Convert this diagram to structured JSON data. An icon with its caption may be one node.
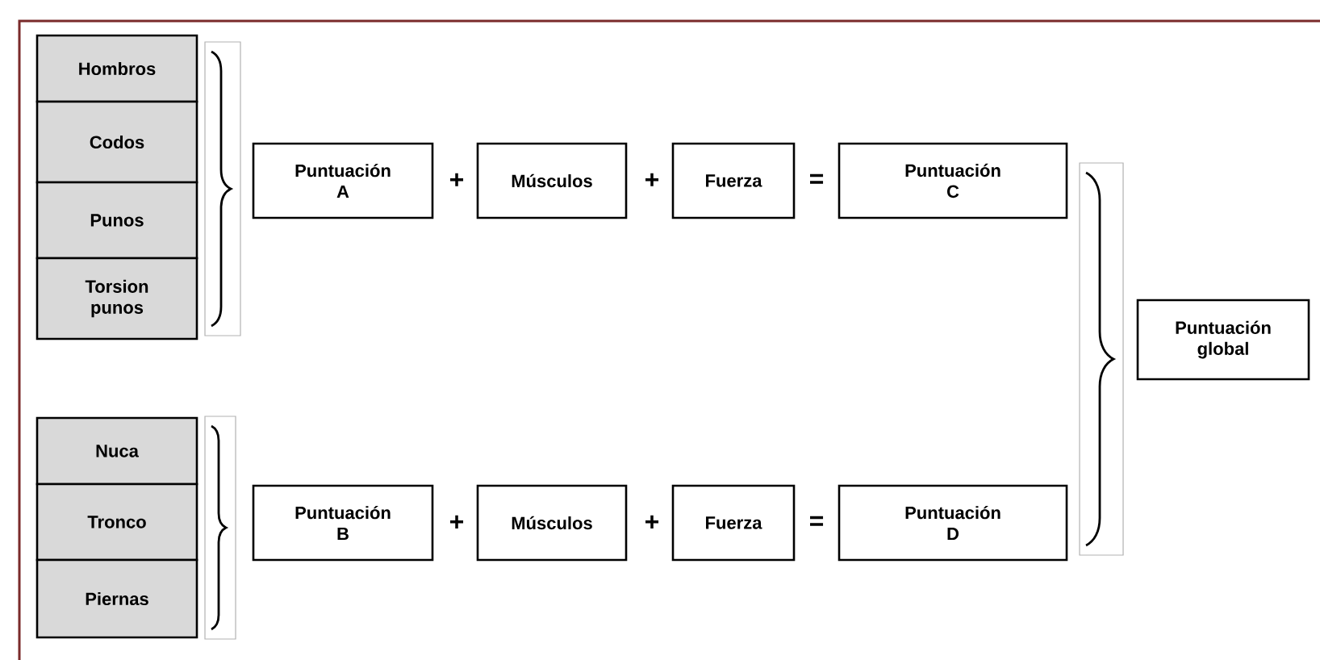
{
  "diagram": {
    "nodes": [
      {
        "text": [
          "Hombros"
        ]
      },
      {
        "text": [
          "Codos"
        ]
      },
      {
        "text": [
          "Punos"
        ]
      },
      {
        "text": [
          "Torsion punos"
        ]
      },
      {
        "text": [
          "Puntuación A"
        ]
      },
      {
        "text": [
          "Músculos"
        ]
      },
      {
        "text": [
          "Fuerza"
        ]
      },
      {
        "text": [
          "Puntuación C"
        ]
      },
      {
        "text": [
          "Nuca"
        ]
      },
      {
        "text": [
          "Tronco"
        ]
      },
      {
        "text": [
          "Piernas"
        ]
      },
      {
        "text": [
          "Puntuación B"
        ]
      },
      {
        "text": [
          "Músculos"
        ]
      },
      {
        "text": [
          "Fuerza"
        ]
      },
      {
        "text": [
          "Puntuación D"
        ]
      },
      {
        "text": [
          "Puntuación global"
        ]
      }
    ],
    "labels": [
      "+",
      "+",
      "=",
      "+",
      "+",
      "="
    ]
  }
}
